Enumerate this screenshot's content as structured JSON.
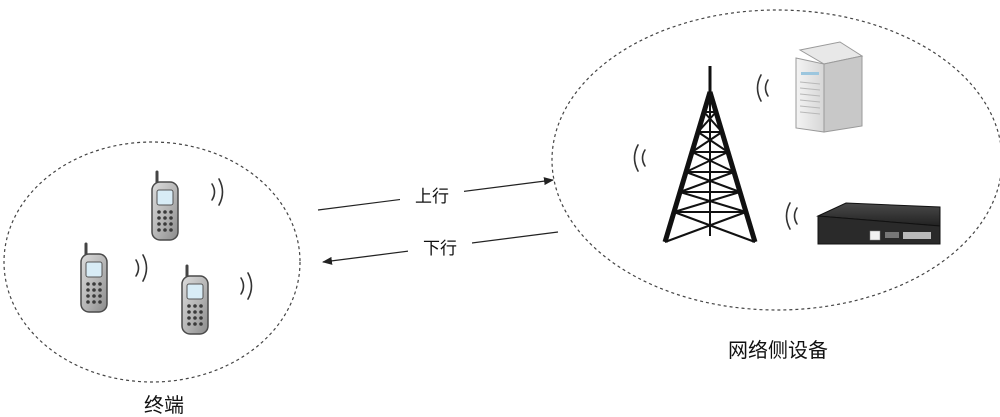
{
  "labels": {
    "terminal": "终端",
    "network_side": "网络侧设备",
    "uplink": "上行",
    "downlink": "下行"
  },
  "icons": {
    "phones": [
      "mobile-phone-icon",
      "mobile-phone-icon",
      "mobile-phone-icon"
    ],
    "tower": "cell-tower-icon",
    "server": "server-icon",
    "box": "network-device-icon"
  },
  "colors": {
    "line": "#222222",
    "ellipse": "#444444",
    "phone_body": "#b8b8b8",
    "screen": "#d8ecf6"
  }
}
